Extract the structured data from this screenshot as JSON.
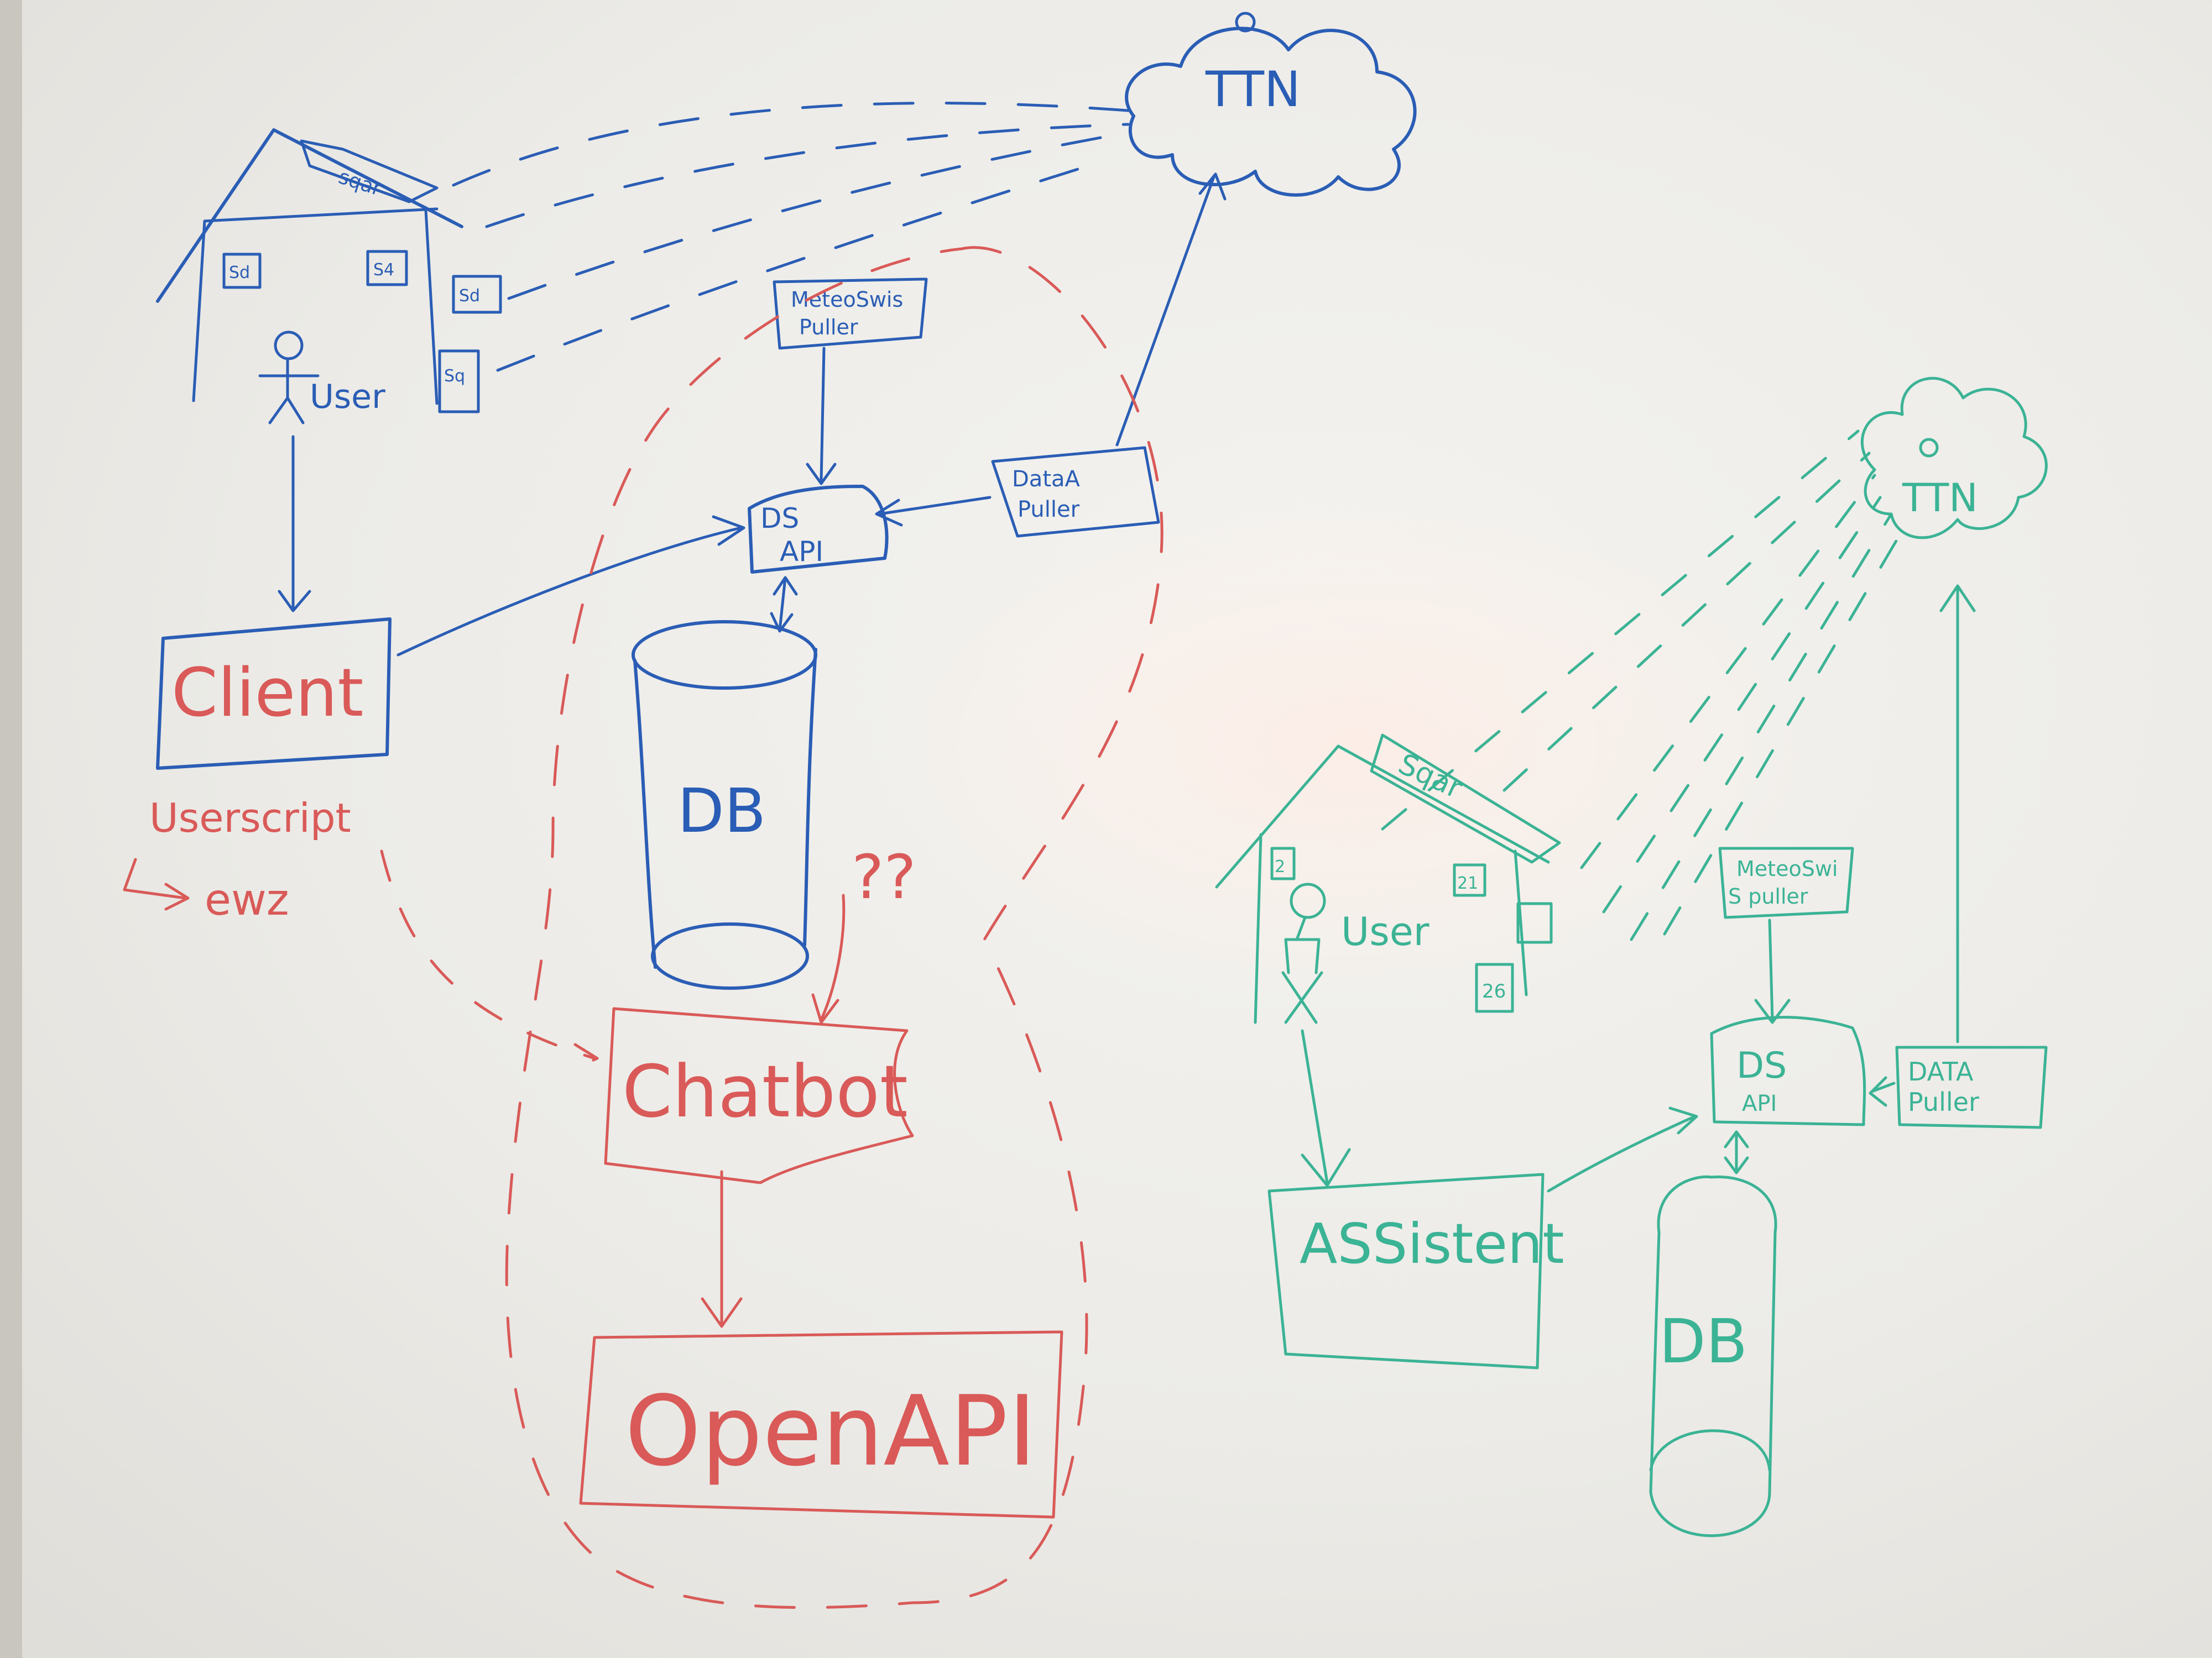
{
  "left_diagram": {
    "cloud": "TTN",
    "roof_label": "sqar",
    "sensors": [
      "Sd",
      "S4",
      "Sd",
      "Sq"
    ],
    "user": "User",
    "client": "Client",
    "meteo_puller": {
      "line1": "MeteoSwis",
      "line2": "Puller"
    },
    "data_puller": {
      "line1": "DataA",
      "line2": "Puller"
    },
    "ds_api": {
      "line1": "DS",
      "line2": "API"
    },
    "db": "DB"
  },
  "red_diagram": {
    "userscript": "Userscript",
    "ewz": "ewz",
    "question": "??",
    "chatbot": "Chatbot",
    "openapi": "OpenAPI"
  },
  "right_diagram": {
    "cloud": "TTN",
    "roof_label": "Sqar",
    "sensors": [
      "2",
      "21",
      "",
      "26"
    ],
    "user": "User",
    "meteo_puller": {
      "line1": "MeteoSwi",
      "line2": "S puller"
    },
    "data_puller": {
      "line1": "DATA",
      "line2": "Puller"
    },
    "ds_api": {
      "line1": "DS",
      "line2": "API"
    },
    "assistant": "ASSistent",
    "db": "DB"
  },
  "colors": {
    "blue_marker": "#2a5db5",
    "red_marker": "#d95a58",
    "teal_marker": "#3bb395",
    "board": "#ecebe7"
  }
}
